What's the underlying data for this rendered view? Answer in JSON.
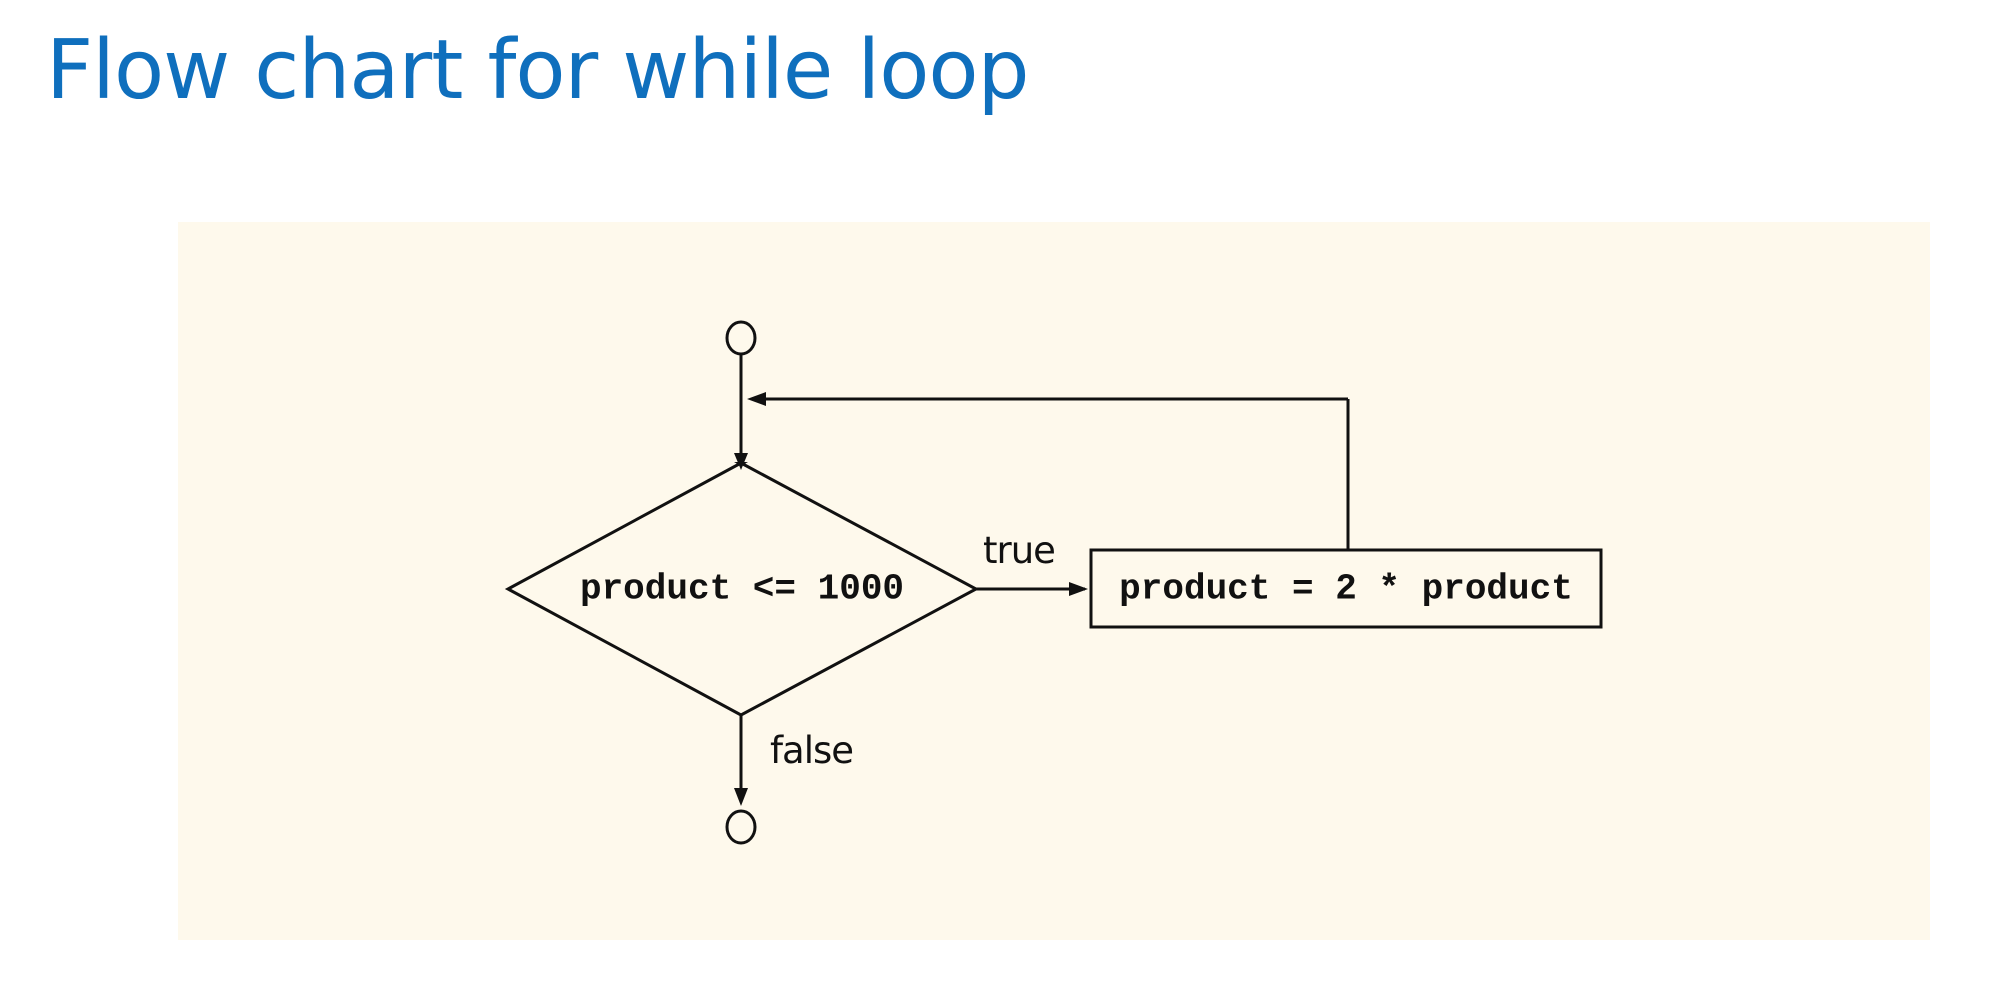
{
  "slide": {
    "title": "Flow chart for while loop"
  },
  "colors": {
    "title": "#0f6fbd",
    "panel_background": "#fef9ec",
    "shape_fill": "#d9ecf8",
    "line": "#111111"
  },
  "flowchart": {
    "condition": "product <= 1000",
    "action": "product = 2 * product",
    "true_label": "true",
    "false_label": "false"
  }
}
